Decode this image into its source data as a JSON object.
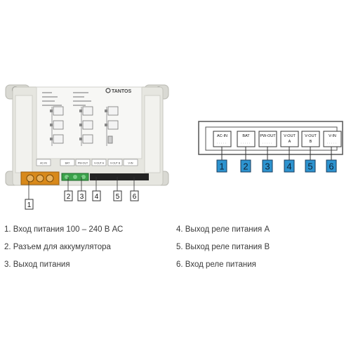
{
  "device": {
    "brand": "TANTOS",
    "terminals": [
      "AC-IN",
      "BAT",
      "PW-OUT",
      "V-OUT A",
      "V-OUT B",
      "V-IN"
    ]
  },
  "panel": {
    "terminals": [
      {
        "line1": "AC-IN",
        "line2": ""
      },
      {
        "line1": "BAT",
        "line2": ""
      },
      {
        "line1": "PW-OUT",
        "line2": ""
      },
      {
        "line1": "V-OUT",
        "line2": "A"
      },
      {
        "line1": "V-OUT",
        "line2": "B"
      },
      {
        "line1": "V-IN",
        "line2": ""
      }
    ]
  },
  "callouts": [
    "1",
    "2",
    "3",
    "4",
    "5",
    "6"
  ],
  "legend": [
    "1. Вход питания 100 – 240 В АС",
    "2. Разъем для аккумулятора",
    "3. Выход питания",
    "4. Выход реле питания А",
    "5. Выход реле питания В",
    "6. Вход реле питания"
  ],
  "colors": {
    "callout_fill": "#2d93cf",
    "callout_border": "#1a3d5c",
    "casing": "#e6e6e0",
    "relay": "#f3f3f3",
    "terminal_green": "#3aa24a",
    "terminal_orange": "#d8891a"
  }
}
